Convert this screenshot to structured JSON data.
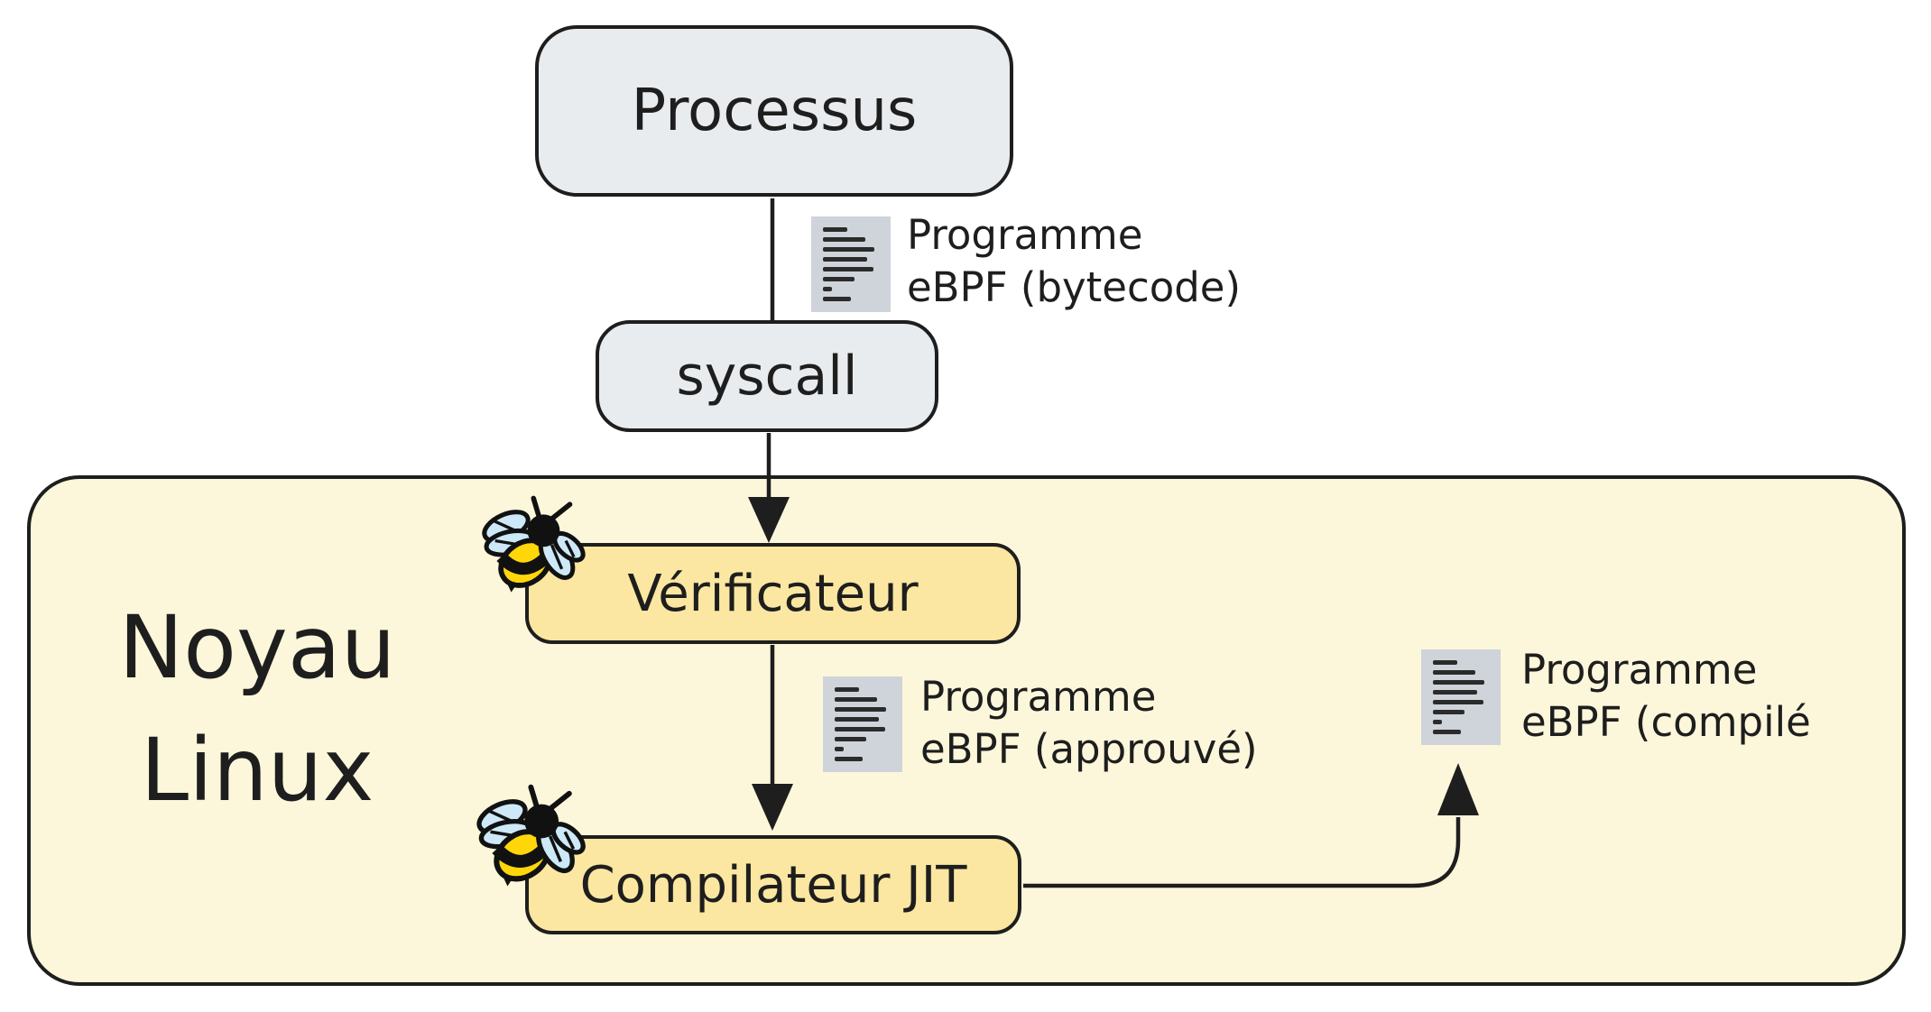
{
  "colors": {
    "background": "#ffffff",
    "stroke": "#1e1e1e",
    "kernel_fill": "#fcf7da",
    "highlight_fill": "#fbe7a1",
    "neutral_fill": "#e9ecef",
    "document_fill": "#ced4da",
    "bee_body_yellow": "#ffd60a",
    "bee_wing_blue": "#cde9f8"
  },
  "nodes": {
    "processus": {
      "label": "Processus"
    },
    "syscall": {
      "label": "syscall"
    },
    "kernel": {
      "line1": "Noyau",
      "line2": "Linux"
    },
    "verificateur": {
      "label": "Vérificateur"
    },
    "compilateur_jit": {
      "label": "Compilateur JIT"
    }
  },
  "annotations": {
    "bytecode": {
      "line1": "Programme",
      "line2": "eBPF (bytecode)"
    },
    "approuve": {
      "line1": "Programme",
      "line2": "eBPF (approuvé)"
    },
    "compile": {
      "line1": "Programme",
      "line2": "eBPF (compilé"
    }
  },
  "icons": {
    "document": "document-icon",
    "bee": "bee-icon"
  }
}
